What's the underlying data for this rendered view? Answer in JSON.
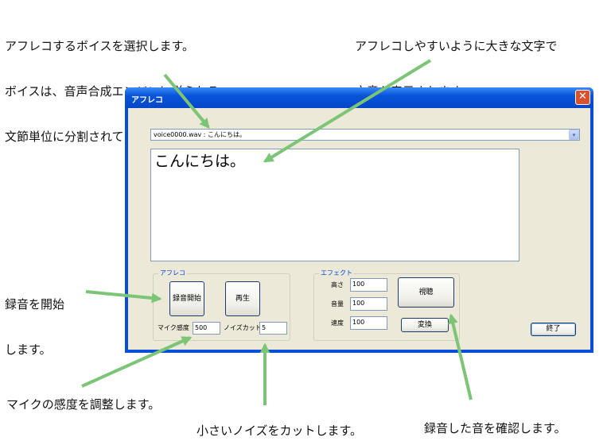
{
  "annotations": {
    "select_voice": [
      "アフレコするボイスを選択します。",
      "ボイスは、音声合成エンジンに送られる",
      "文節単位に分割されています。"
    ],
    "large_text": [
      "アフレコしやすいように大きな文字で",
      "文章が表示されます。"
    ],
    "record_start": [
      "録音を開始",
      "します。"
    ],
    "mic_sensitivity": "マイクの感度を調整します。",
    "noise_cut": "小さいノイズをカットします。",
    "confirm_sound": "録音した音を確認します。"
  },
  "window": {
    "title": "アフレコ",
    "close_glyph": "✕",
    "voice_select": {
      "value": "voice0000.wav : こんにちは。",
      "dropdown_glyph": "▾"
    },
    "display_text": "こんにちは。",
    "afureko_group": {
      "label": "アフレコ",
      "record_button": "録音開始",
      "play_button": "再生",
      "mic_label": "マイク感度",
      "mic_value": "500",
      "noise_label": "ノイズカット",
      "noise_value": "5"
    },
    "effect_group": {
      "label": "エフェクト",
      "pitch_label": "高さ",
      "pitch_value": "100",
      "volume_label": "音量",
      "volume_value": "100",
      "speed_label": "速度",
      "speed_value": "100",
      "listen_button": "視聴",
      "convert_button": "変換"
    },
    "end_button": "終了"
  },
  "colors": {
    "arrow": "#7cc576",
    "titlebar": "#0754d9",
    "client": "#ece9d8"
  }
}
